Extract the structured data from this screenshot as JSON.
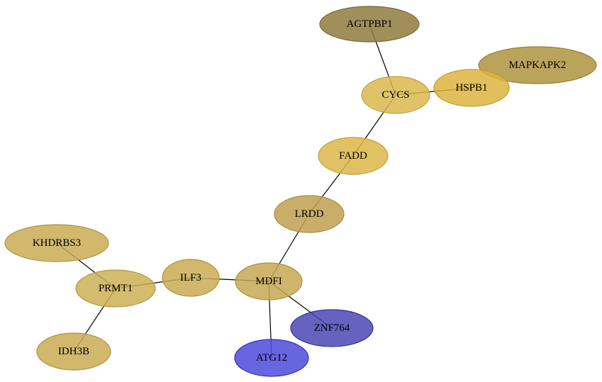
{
  "nodes": [
    {
      "id": "AGTPBP1",
      "label": "AGTPBP1",
      "fill": "#8f7b3e",
      "stroke": "#7a6930"
    },
    {
      "id": "MAPKAPK2",
      "label": "MAPKAPK2",
      "fill": "#ae9440",
      "stroke": "#9a8135"
    },
    {
      "id": "HSPB1",
      "label": "HSPB1",
      "fill": "#dcb43f",
      "stroke": "#c29c30"
    },
    {
      "id": "CYCS",
      "label": "CYCS",
      "fill": "#dab84e",
      "stroke": "#c2a03e"
    },
    {
      "id": "FADD",
      "label": "FADD",
      "fill": "#dcb648",
      "stroke": "#c49e38"
    },
    {
      "id": "LRDD",
      "label": "LRDD",
      "fill": "#bfa04f",
      "stroke": "#a78a3f"
    },
    {
      "id": "KHDRBS3",
      "label": "KHDRBS3",
      "fill": "#c9ac54",
      "stroke": "#b09444"
    },
    {
      "id": "PRMT1",
      "label": "PRMT1",
      "fill": "#cdb055",
      "stroke": "#b49844"
    },
    {
      "id": "ILF3",
      "label": "ILF3",
      "fill": "#c9ab52",
      "stroke": "#b09342"
    },
    {
      "id": "MDFI",
      "label": "MDFI",
      "fill": "#c6a852",
      "stroke": "#ad9042"
    },
    {
      "id": "ZNF764",
      "label": "ZNF764",
      "fill": "#4a48b4",
      "stroke": "#343290"
    },
    {
      "id": "ATG12",
      "label": "ATG12",
      "fill": "#4c4ada",
      "stroke": "#3533b6"
    },
    {
      "id": "IDH3B",
      "label": "IDH3B",
      "fill": "#c9ab52",
      "stroke": "#b09342"
    }
  ],
  "edges": [
    {
      "source": "AGTPBP1",
      "target": "CYCS"
    },
    {
      "source": "CYCS",
      "target": "HSPB1"
    },
    {
      "source": "CYCS",
      "target": "FADD"
    },
    {
      "source": "FADD",
      "target": "LRDD"
    },
    {
      "source": "LRDD",
      "target": "MDFI"
    },
    {
      "source": "MDFI",
      "target": "ILF3"
    },
    {
      "source": "ILF3",
      "target": "PRMT1"
    },
    {
      "source": "PRMT1",
      "target": "KHDRBS3"
    },
    {
      "source": "PRMT1",
      "target": "IDH3B"
    },
    {
      "source": "MDFI",
      "target": "ATG12"
    },
    {
      "source": "MDFI",
      "target": "ZNF764"
    }
  ]
}
